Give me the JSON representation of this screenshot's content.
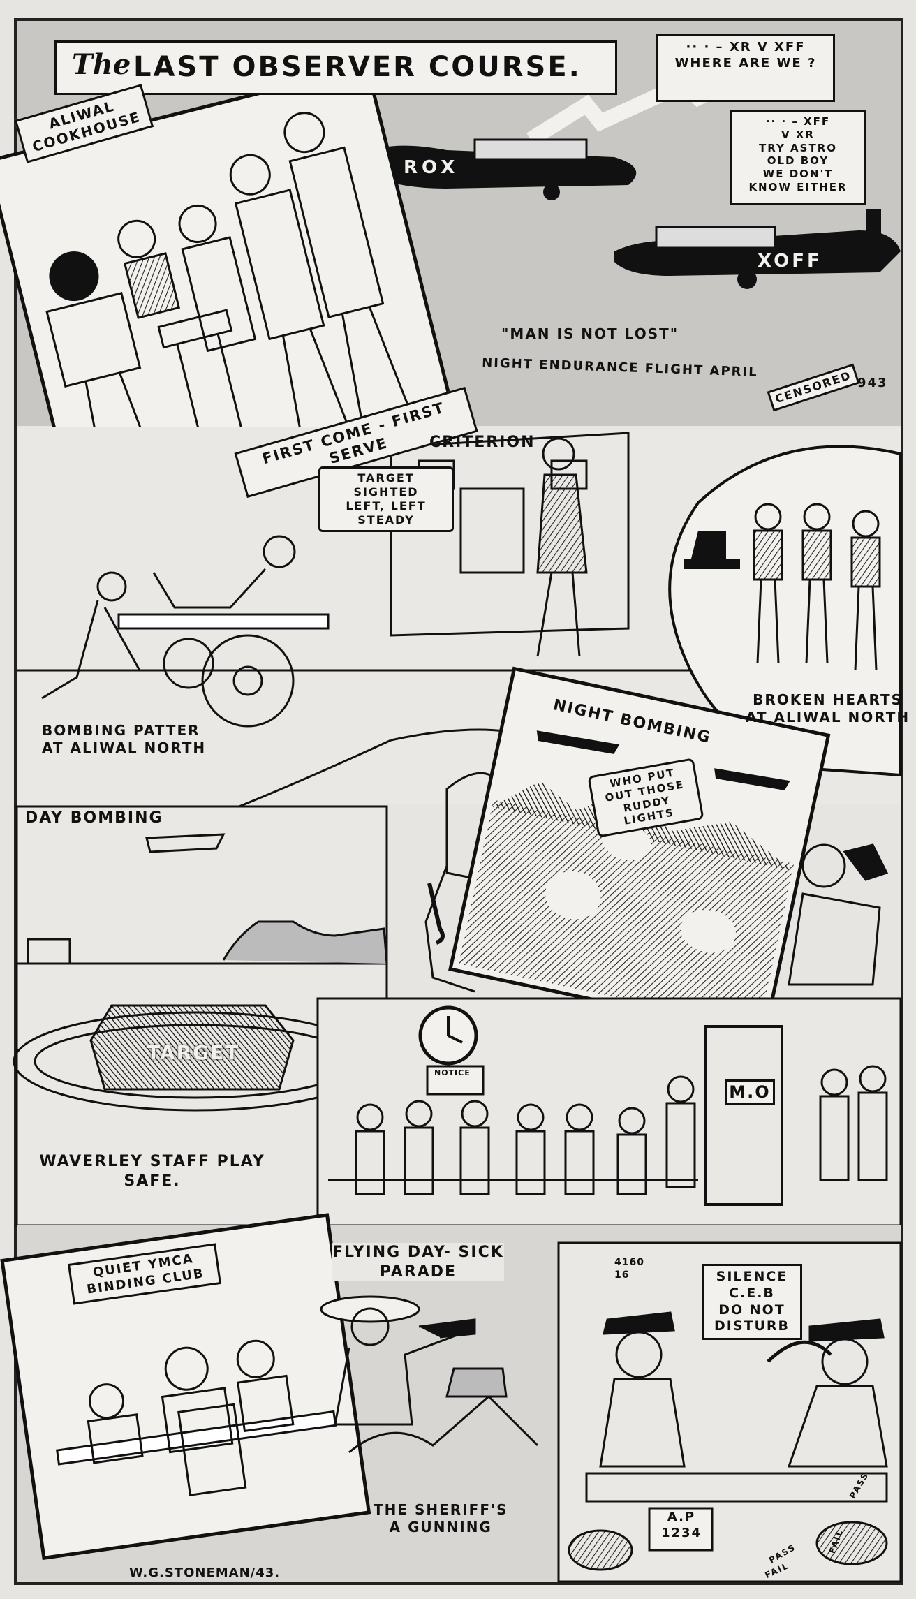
{
  "title": {
    "prefix": "The",
    "main": "LAST OBSERVER COURSE."
  },
  "radio": {
    "msg1_code": "·· · –  XR v XFF",
    "msg1_text": "WHERE ARE WE ?",
    "msg2_code": "·· · –  XFF\nv XR",
    "msg2_text": "TRY ASTRO\nOLD BOY\nWE DON'T\nKNOW EITHER"
  },
  "planes": {
    "plane1": "ROX",
    "plane2": "XOFF"
  },
  "caption_night_endurance": {
    "quote": "\"MAN IS NOT LOST\"",
    "line": "NIGHT ENDURANCE FLIGHT  APRIL",
    "stamp": "CENSORED",
    "year": "943"
  },
  "cookhouse": {
    "sign": "ALIWAL\nCOOKHOUSE",
    "banner": "FIRST COME - FIRST SERVE"
  },
  "criterion": {
    "sign": "CRITERION"
  },
  "bombing_patter": {
    "bubble": "TARGET SIGHTED\nLEFT, LEFT\nSTEADY",
    "caption": "BOMBING PATTER\nAT ALIWAL NORTH"
  },
  "broken_hearts": {
    "caption": "BROKEN HEARTS\nAT ALIWAL NORTH"
  },
  "night_bombing": {
    "title": "NIGHT BOMBING",
    "bubble": "WHO PUT\nOUT THOSE\nRUDDY LIGHTS"
  },
  "day_bombing": {
    "title": "DAY BOMBING",
    "target": "TARGET",
    "caption": "WAVERLEY STAFF PLAY\nSAFE."
  },
  "sick_parade": {
    "notice": "NOTICE",
    "door": "M.O",
    "caption": "FLYING DAY- SICK\nPARADE"
  },
  "binding_club": {
    "sign": "QUIET YMCA\nBINDING CLUB"
  },
  "sheriff": {
    "caption": "THE SHERIFF'S\nA GUNNING"
  },
  "ceb": {
    "sign": "SILENCE\nC.E.B\nDO NOT\nDISTURB",
    "book": "A.P\n1234",
    "note": "4160\n16",
    "slips": [
      "PASS",
      "FAIL",
      "PASS",
      "FAIL"
    ]
  },
  "signature": "W.G.STONEMAN/43."
}
